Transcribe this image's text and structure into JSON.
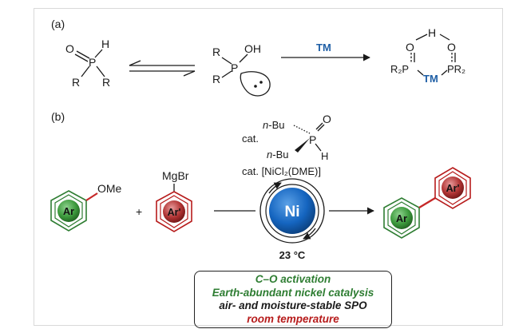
{
  "labels": {
    "panel_a": "(a)",
    "panel_b": "(b)"
  },
  "scheme_a": {
    "spo": {
      "o": "O",
      "p": "P",
      "h": "H",
      "r1": "R",
      "r2": "R"
    },
    "pa": {
      "r1": "R",
      "r2": "R",
      "p": "P",
      "oh": "OH"
    },
    "arrow_label": "TM",
    "complex": {
      "o1": "O",
      "h": "H",
      "o2": "O",
      "pr2_left": "R₂P",
      "tm": "TM",
      "pr2_right": "PR₂"
    }
  },
  "scheme_b": {
    "cat1": "cat.",
    "ligand": {
      "nbu1": "n-Bu",
      "nbu2": "n-Bu",
      "p": "P",
      "o": "O",
      "h": "H"
    },
    "cat2": "cat. [NiCl₂(DME)]",
    "substrate": {
      "ring": "Ar",
      "group": "OMe"
    },
    "plus": "+",
    "grignard": {
      "ring": "Ar'",
      "group": "MgBr"
    },
    "metal": "Ni",
    "temperature": "23 °C",
    "product": {
      "ring1": "Ar",
      "ring2": "Ar'"
    }
  },
  "features": [
    "C–O activation",
    "Earth-abundant nickel catalysis",
    "air- and moisture-stable SPO",
    "room temperature"
  ],
  "colors": {
    "green": "#2e7d32",
    "red": "#b71c1c",
    "blue": "#1f5fa6",
    "ni_blue": "#1565c0",
    "text": "#1a1a1a"
  }
}
